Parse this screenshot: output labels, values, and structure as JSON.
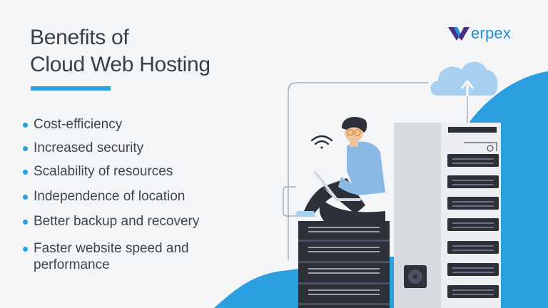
{
  "title": {
    "line1": "Benefits of",
    "line2": "Cloud Web Hosting"
  },
  "benefits": [
    "Cost-efficiency",
    "Increased security",
    "Scalability of resources",
    "Independence of location",
    "Better backup and recovery",
    "Faster website speed and performance"
  ],
  "logo": {
    "text": "erpex"
  },
  "colors": {
    "accent": "#2b9fe0",
    "text": "#40454d",
    "title": "#3a3f46",
    "background": "#f4f5f7",
    "server_dark": "#2d3038",
    "cloud": "#a7cff0",
    "shirt": "#8ab9e6",
    "logo_purple": "#4b2e83"
  },
  "icons": [
    "wifi-icon",
    "cloud-upload-icon",
    "person-with-laptop",
    "server-rack"
  ]
}
